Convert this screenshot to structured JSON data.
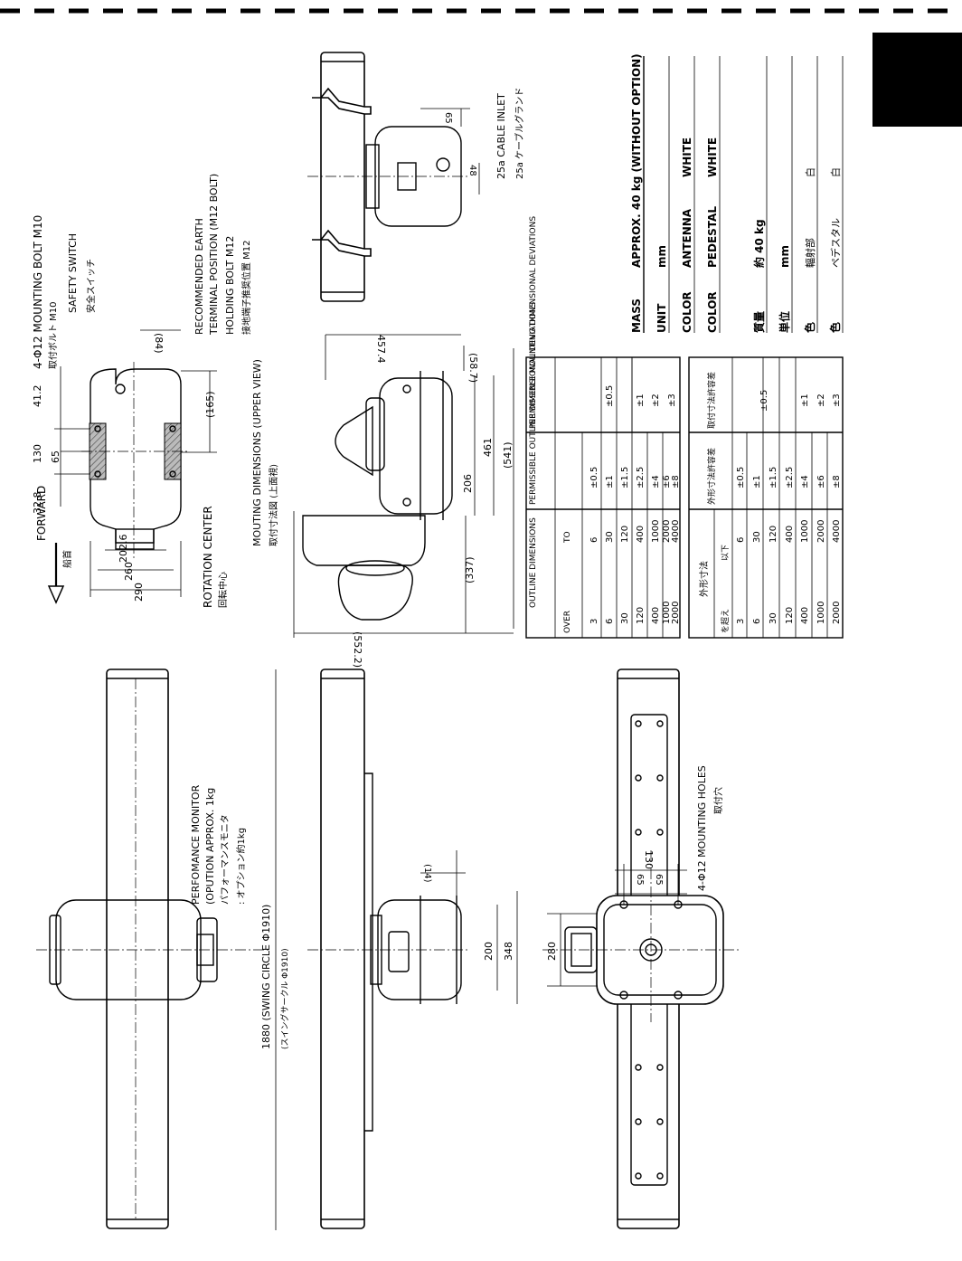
{
  "labels": {
    "forward": "FORWARD",
    "forward_jp": "船首",
    "rotation_center": "ROTATION CENTER",
    "rotation_center_jp": "回転中心",
    "mounting_bolt": "4-Φ12 MOUNTING BOLT M10",
    "mounting_bolt_jp": "取付ボルト M10",
    "safety_switch": "SAFETY SWITCH",
    "safety_switch_jp": "安全スイッチ",
    "earth_1": "RECOMMENDED EARTH",
    "earth_2": "TERMINAL POSITION (M12 BOLT)",
    "earth_3": "HOLDING BOLT M12",
    "earth_jp": "接地端子推奨位置 M12",
    "mounting_dim": "MOUTING DIMENSIONS (UPPER VIEW)",
    "mounting_dim_jp": "取付寸法図 (上面視)",
    "cable_inlet": "25a CABLE INLET",
    "cable_inlet_jp": "25a ケーブルグランド",
    "perf_1": "PERFOMANCE MONITOR",
    "perf_2": "(OPUTION APPROX. 1kg",
    "perf_jp1": "パフォーマンスモニタ",
    "perf_jp2": ": オプション約1kg",
    "swing": "1880 (SWING CIRCLE Φ1910)",
    "swing_jp": "(スイングサークル Φ1910)",
    "mounting_holes": "4-Φ12 MOUNTING HOLES",
    "mounting_holes_jp": "取付穴"
  },
  "dims": {
    "d290": "290",
    "d260": "260",
    "d2026": "202.6",
    "d328": "32.8",
    "d130": "130",
    "d65": "65",
    "d412": "41.2",
    "d84": "(84)",
    "d165": "(165)",
    "d4574": "457.4",
    "d587": "(58.7)",
    "d461": "461",
    "d541": "(541)",
    "d206": "206",
    "d337": "(337)",
    "d5522": "(552.2)",
    "d65b": "65",
    "d48": "48",
    "d14": "(14)",
    "d200": "200",
    "d348": "348",
    "d130b": "130",
    "d65c": "65",
    "d65d": "65",
    "d280": "280"
  },
  "tol_en": {
    "h_outline": "OUTLINE DIMENSIONS",
    "h_over": "OVER",
    "h_to": "TO",
    "h_outline_dev": "PERMISSIBLE OUTLINE DIMENSIONAL DEVIATIONS",
    "h_mount_dev": "PERMISSIBLE MOUNTING DIMENSIONAL DEVIATIONS",
    "rows": [
      [
        "3",
        "6",
        "±0.5"
      ],
      [
        "6",
        "30",
        "±1"
      ],
      [
        "30",
        "120",
        "±1.5"
      ],
      [
        "120",
        "400",
        "±2.5"
      ],
      [
        "400",
        "1000",
        "±4"
      ],
      [
        "1000",
        "2000",
        "±6"
      ],
      [
        "2000",
        "4000",
        "±8"
      ]
    ],
    "mount": [
      "±0.5",
      "±1",
      "±2",
      "±3"
    ]
  },
  "tol_jp": {
    "h_outline": "外形寸法",
    "h_over": "を超え",
    "h_to": "以下",
    "h_outline_dev": "外形寸法許容差",
    "h_mount_dev": "取付寸法許容差",
    "rows": [
      [
        "3",
        "6",
        "±0.5"
      ],
      [
        "6",
        "30",
        "±1"
      ],
      [
        "30",
        "120",
        "±1.5"
      ],
      [
        "120",
        "400",
        "±2.5"
      ],
      [
        "400",
        "1000",
        "±4"
      ],
      [
        "1000",
        "2000",
        "±6"
      ],
      [
        "2000",
        "4000",
        "±8"
      ]
    ],
    "mount": [
      "±0.5",
      "±1",
      "±2",
      "±3"
    ]
  },
  "specs": {
    "mass_k": "MASS",
    "mass_v": "APPROX. 40 kg (WITHOUT OPTION)",
    "unit_k": "UNIT",
    "unit_v": "mm",
    "color1_k": "COLOR",
    "color1_v1": "ANTENNA",
    "color1_v2": "WHITE",
    "color2_k": "COLOR",
    "color2_v1": "PEDESTAL",
    "color2_v2": "WHITE",
    "jp_mass_k": "質量",
    "jp_mass_v": "約 40 kg",
    "jp_unit_k": "単位",
    "jp_unit_v": "mm",
    "jp_color1_k": "色",
    "jp_color1_v1": "輻射部",
    "jp_color1_v2": "白",
    "jp_color2_k": "色",
    "jp_color2_v1": "ペデスタル",
    "jp_color2_v2": "白"
  }
}
